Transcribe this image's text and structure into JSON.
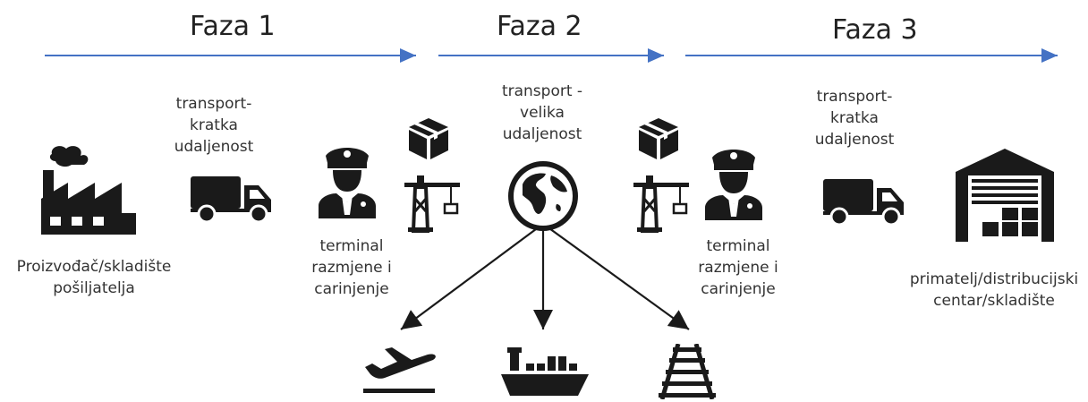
{
  "phases": [
    {
      "label": "Faza 1"
    },
    {
      "label": "Faza 2"
    },
    {
      "label": "Faza 3"
    }
  ],
  "labels": {
    "origin_lines": [
      "Proizvođač/skladište",
      "pošiljatelja"
    ],
    "transport_short_1_lines": [
      "transport-",
      "kratka",
      "udaljenost"
    ],
    "terminal_1_lines": [
      "terminal",
      "razmjene i",
      "carinjenje"
    ],
    "transport_long_lines": [
      "transport -",
      "velika",
      "udaljenost"
    ],
    "terminal_2_lines": [
      "terminal",
      "razmjene i",
      "carinjenje"
    ],
    "transport_short_2_lines": [
      "transport-",
      "kratka",
      "udaljenost"
    ],
    "destination_lines": [
      "primatelj/distribucijski",
      "centar/skladište"
    ]
  },
  "colors": {
    "phase_arrow": "#4472c4",
    "icon": "#1a1a1a"
  },
  "icons": [
    "factory-icon",
    "truck-icon",
    "customs-officer-icon",
    "package-icon",
    "port-crane-icon",
    "globe-icon",
    "warehouse-icon",
    "airplane-icon",
    "ship-icon",
    "railway-icon"
  ]
}
